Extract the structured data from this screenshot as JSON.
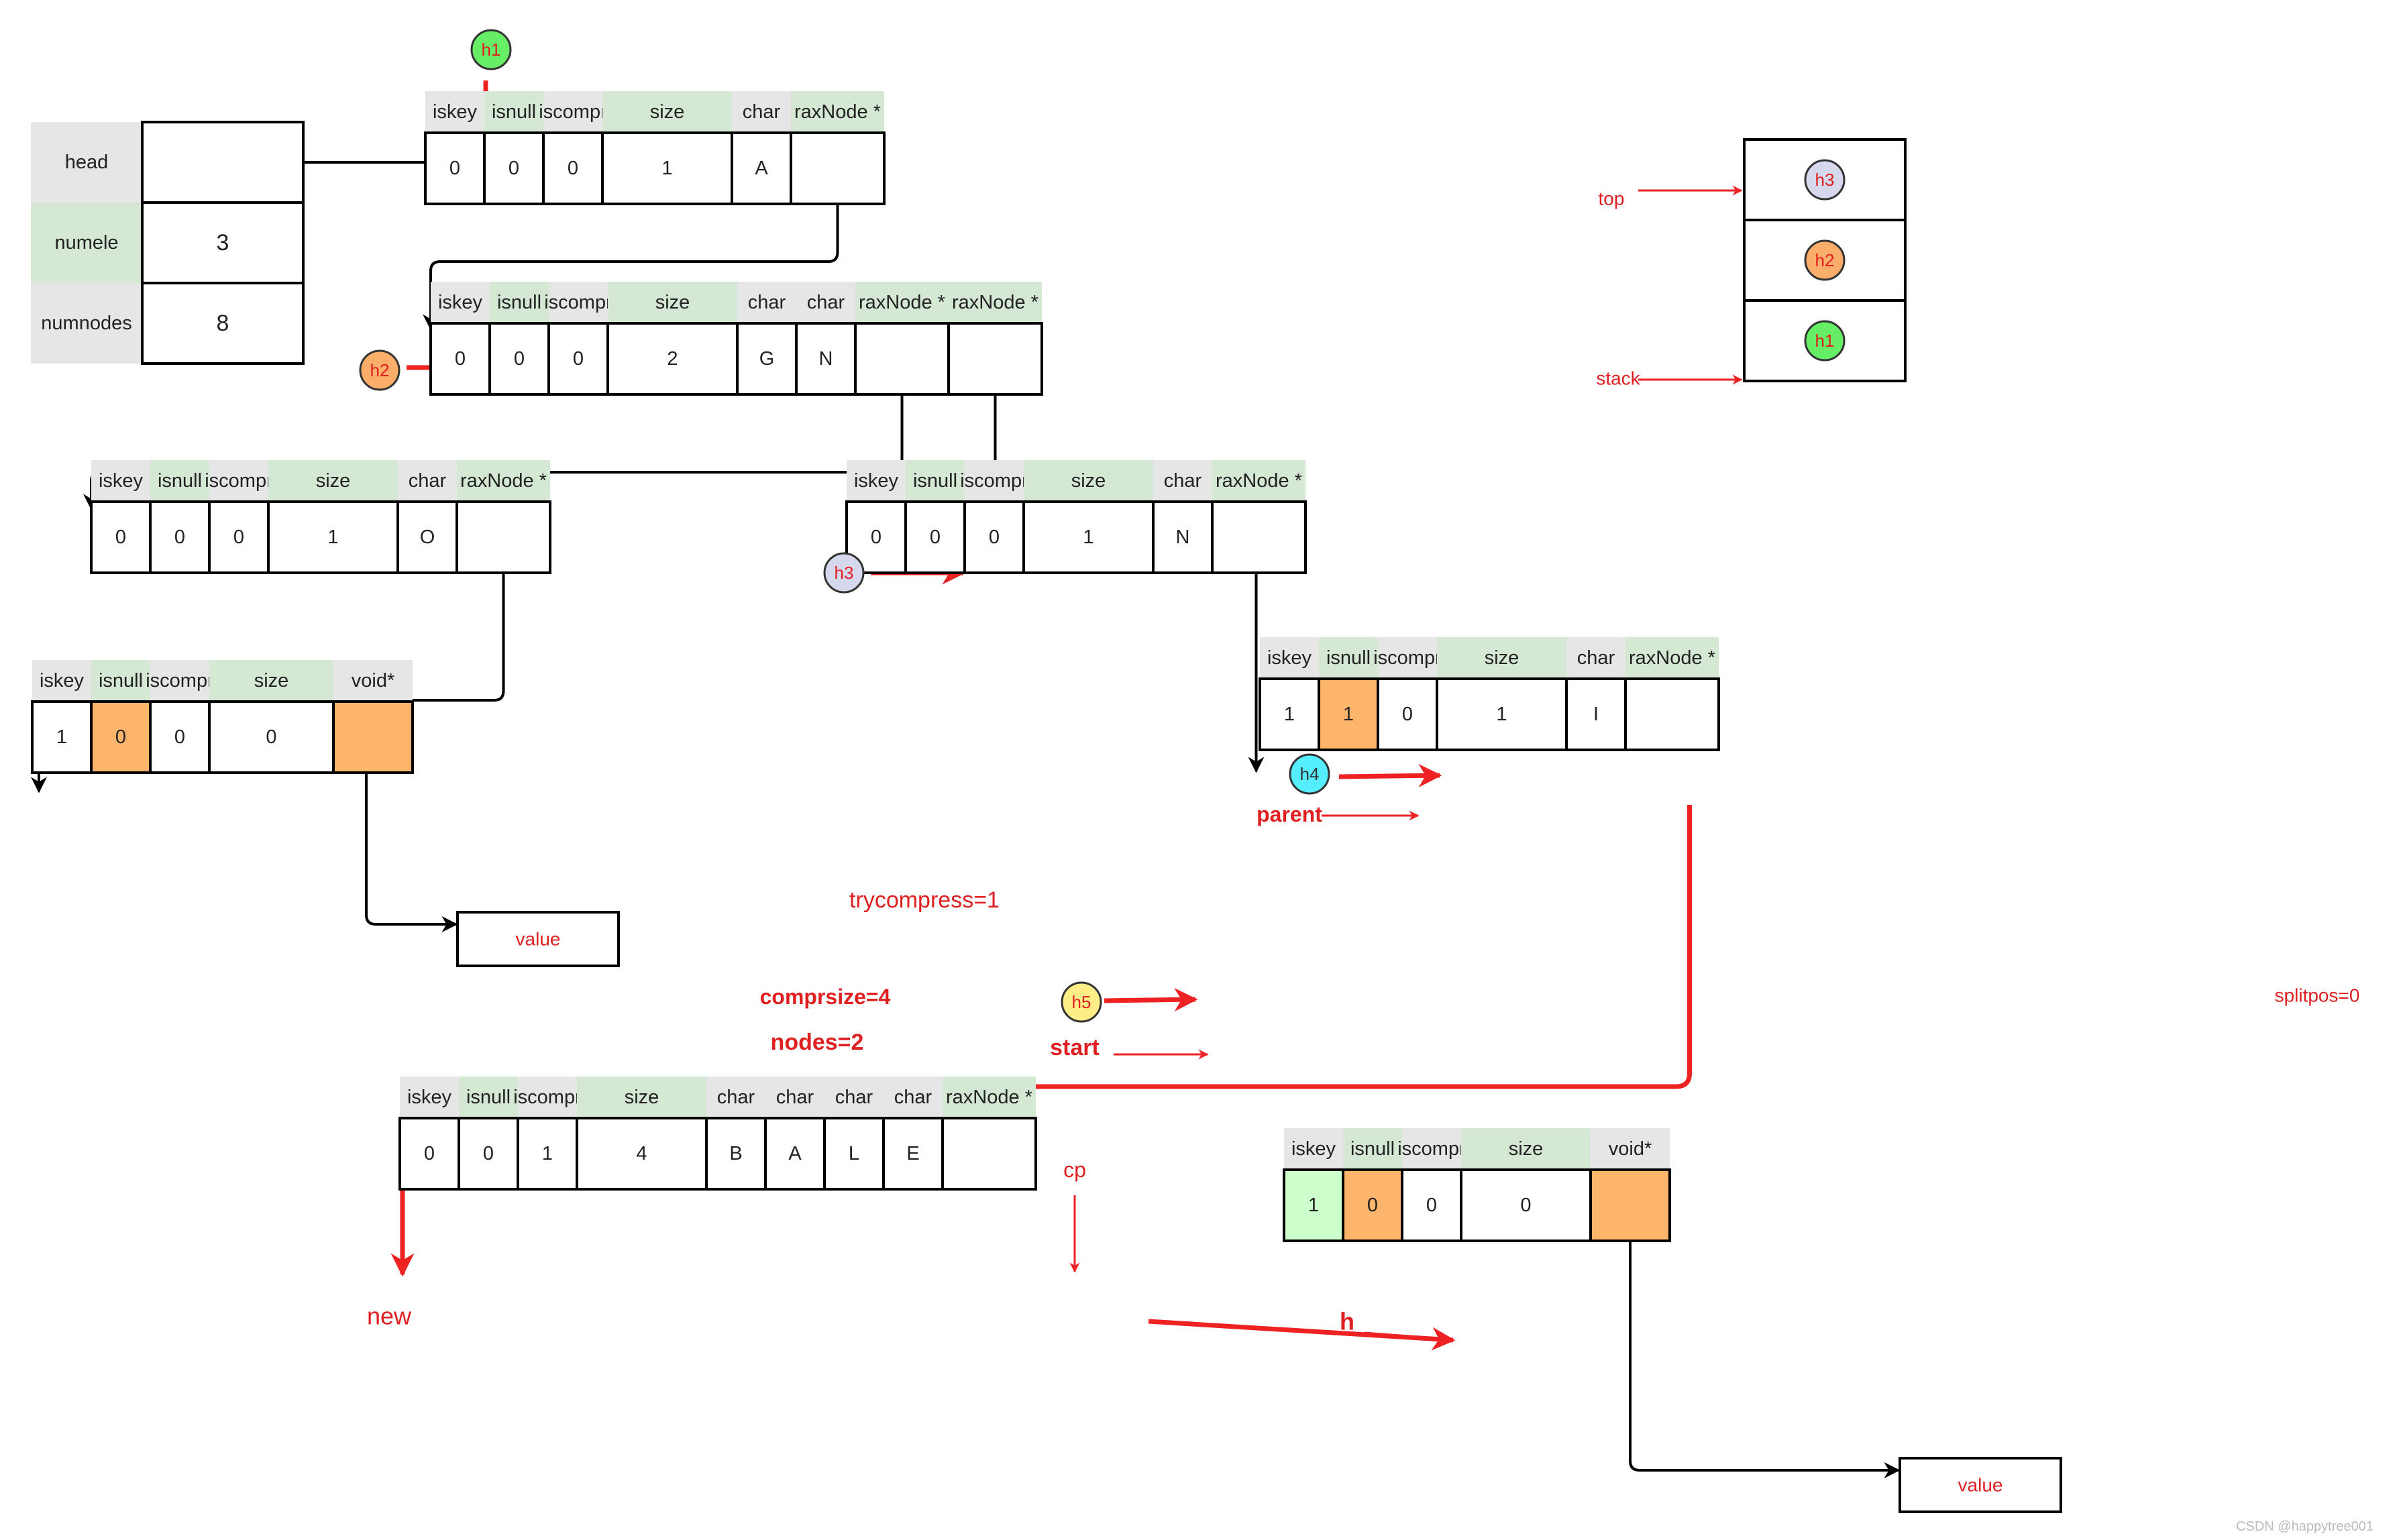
{
  "colors": {
    "header_gray": "#e6e6e6",
    "header_green": "#d5e8d4",
    "cell_white": "#ffffff",
    "cell_orange": "#fdb46b",
    "cell_lightgreen": "#ccffcc",
    "arrow_black": "#000000",
    "arrow_red": "#ee2222",
    "text_red": "#e02020",
    "h_green": "#66ee66",
    "h_orange": "#fbae6a",
    "h_lavender": "#d6d9ee",
    "h_cyan": "#55eeff",
    "h_yellow": "#ffee88"
  },
  "rax": {
    "labels": [
      "head",
      "numele",
      "numnodes"
    ],
    "values": [
      "",
      "3",
      "8"
    ]
  },
  "stack": {
    "items": [
      "h3",
      "h2",
      "h1"
    ],
    "top_label": "top",
    "stack_label": "stack"
  },
  "nodes": [
    {
      "headers": [
        "iskey",
        "isnull",
        "iscompr",
        "size",
        "char",
        "raxNode *"
      ],
      "values": [
        "0",
        "0",
        "0",
        "1",
        "A",
        ""
      ]
    },
    {
      "headers": [
        "iskey",
        "isnull",
        "iscompr",
        "size",
        "char",
        "char",
        "raxNode *",
        "raxNode *"
      ],
      "values": [
        "0",
        "0",
        "0",
        "2",
        "G",
        "N",
        "",
        ""
      ]
    },
    {
      "headers": [
        "iskey",
        "isnull",
        "iscompr",
        "size",
        "char",
        "raxNode *"
      ],
      "values": [
        "0",
        "0",
        "0",
        "1",
        "O",
        ""
      ]
    },
    {
      "headers": [
        "iskey",
        "isnull",
        "iscompr",
        "size",
        "void*"
      ],
      "values": [
        "1",
        "0",
        "0",
        "0",
        ""
      ]
    },
    {
      "headers": [
        "iskey",
        "isnull",
        "iscompr",
        "size",
        "char",
        "raxNode *"
      ],
      "values": [
        "0",
        "0",
        "0",
        "1",
        "N",
        ""
      ]
    },
    {
      "headers": [
        "iskey",
        "isnull",
        "iscompr",
        "size",
        "char",
        "raxNode *"
      ],
      "values": [
        "1",
        "1",
        "0",
        "1",
        "I",
        ""
      ]
    },
    {
      "headers": [
        "iskey",
        "isnull",
        "iscompr",
        "size",
        "char",
        "char",
        "char",
        "char",
        "raxNode *"
      ],
      "values": [
        "0",
        "0",
        "1",
        "4",
        "B",
        "A",
        "L",
        "E",
        ""
      ]
    },
    {
      "headers": [
        "iskey",
        "isnull",
        "iscompr",
        "size",
        "void*"
      ],
      "values": [
        "1",
        "0",
        "0",
        "0",
        ""
      ]
    }
  ],
  "value_boxes": [
    "value",
    "value"
  ],
  "handles": [
    "h1",
    "h2",
    "h3",
    "h4",
    "h5"
  ],
  "annotations": {
    "trycompress": "trycompress=1",
    "comprsize": "comprsize=4",
    "nodes": "nodes=2",
    "splitpos": "splitpos=0",
    "start": "start",
    "parent": "parent",
    "new": "new",
    "h": "h",
    "cp": "cp"
  },
  "watermark": "CSDN @happytree001"
}
